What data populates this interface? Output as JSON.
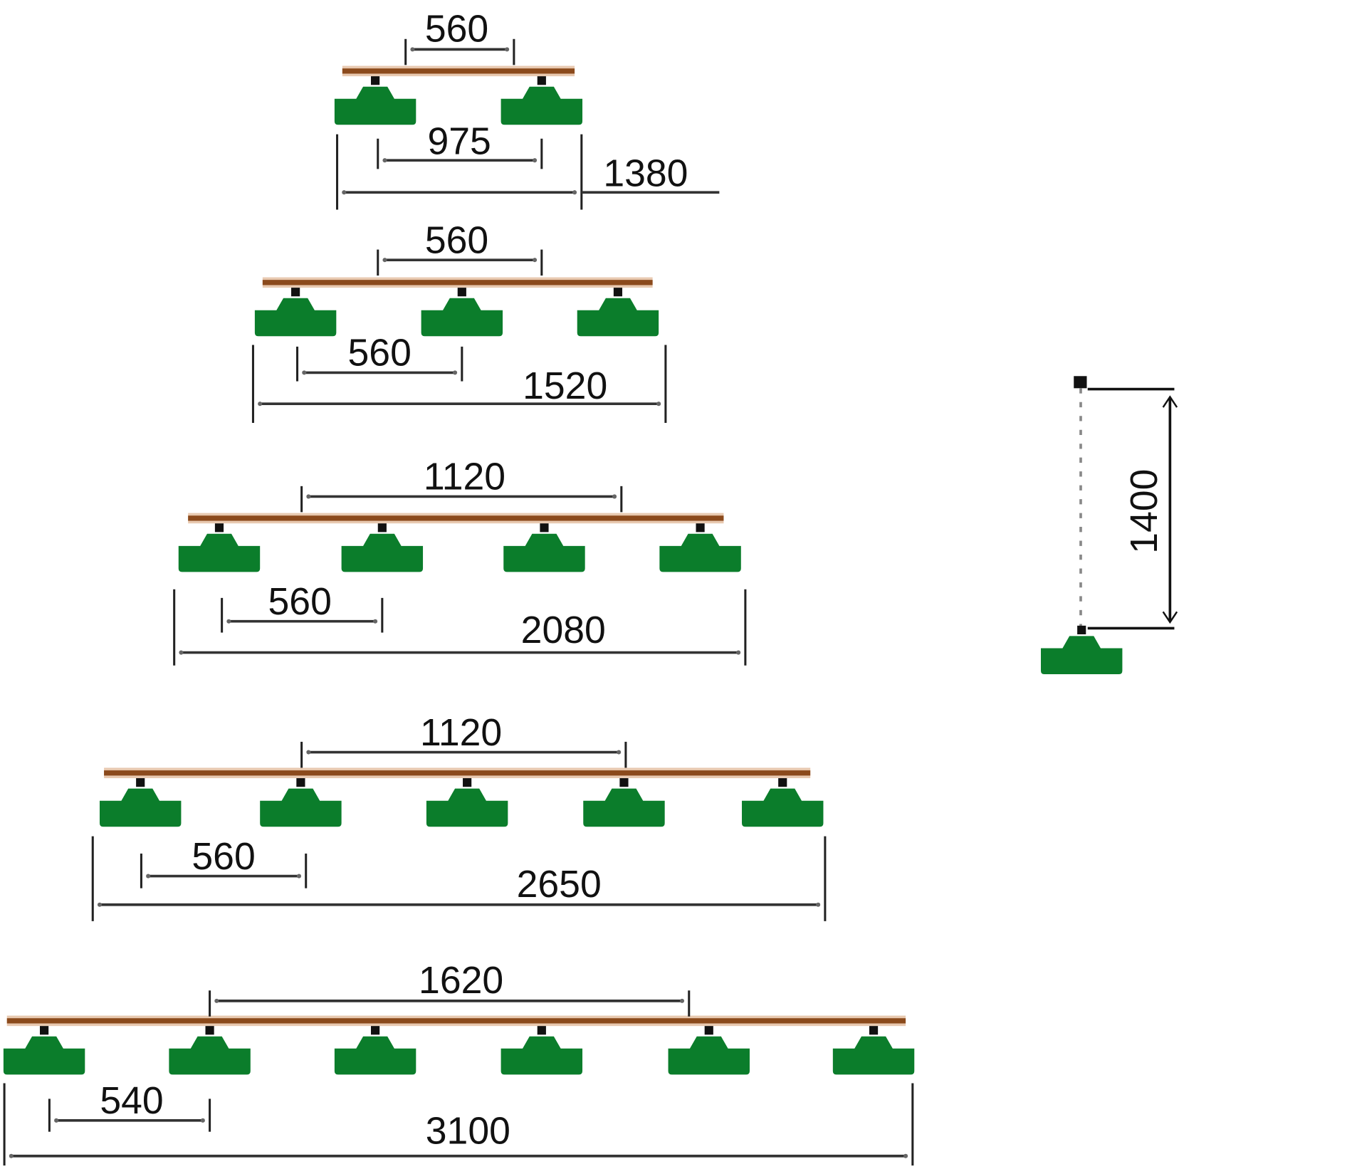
{
  "title": "Suspended lamp configurations",
  "colors": {
    "bar": "#8b4a1c",
    "bar_edge": "#e8c9b0",
    "lamp": "#0b7d2b",
    "line": "#333333"
  },
  "configurations": [
    {
      "lamps": 2,
      "dims": {
        "top": "560",
        "inner": "975",
        "overall": "1380"
      }
    },
    {
      "lamps": 3,
      "dims": {
        "top": "560",
        "inner": "560",
        "overall": "1520"
      }
    },
    {
      "lamps": 4,
      "dims": {
        "top": "1120",
        "inner": "560",
        "overall": "2080"
      }
    },
    {
      "lamps": 5,
      "dims": {
        "top": "1120",
        "inner": "560",
        "overall": "2650"
      }
    },
    {
      "lamps": 6,
      "dims": {
        "top": "1620",
        "inner": "540",
        "overall": "3100"
      }
    }
  ],
  "suspension": {
    "height": "1400"
  }
}
